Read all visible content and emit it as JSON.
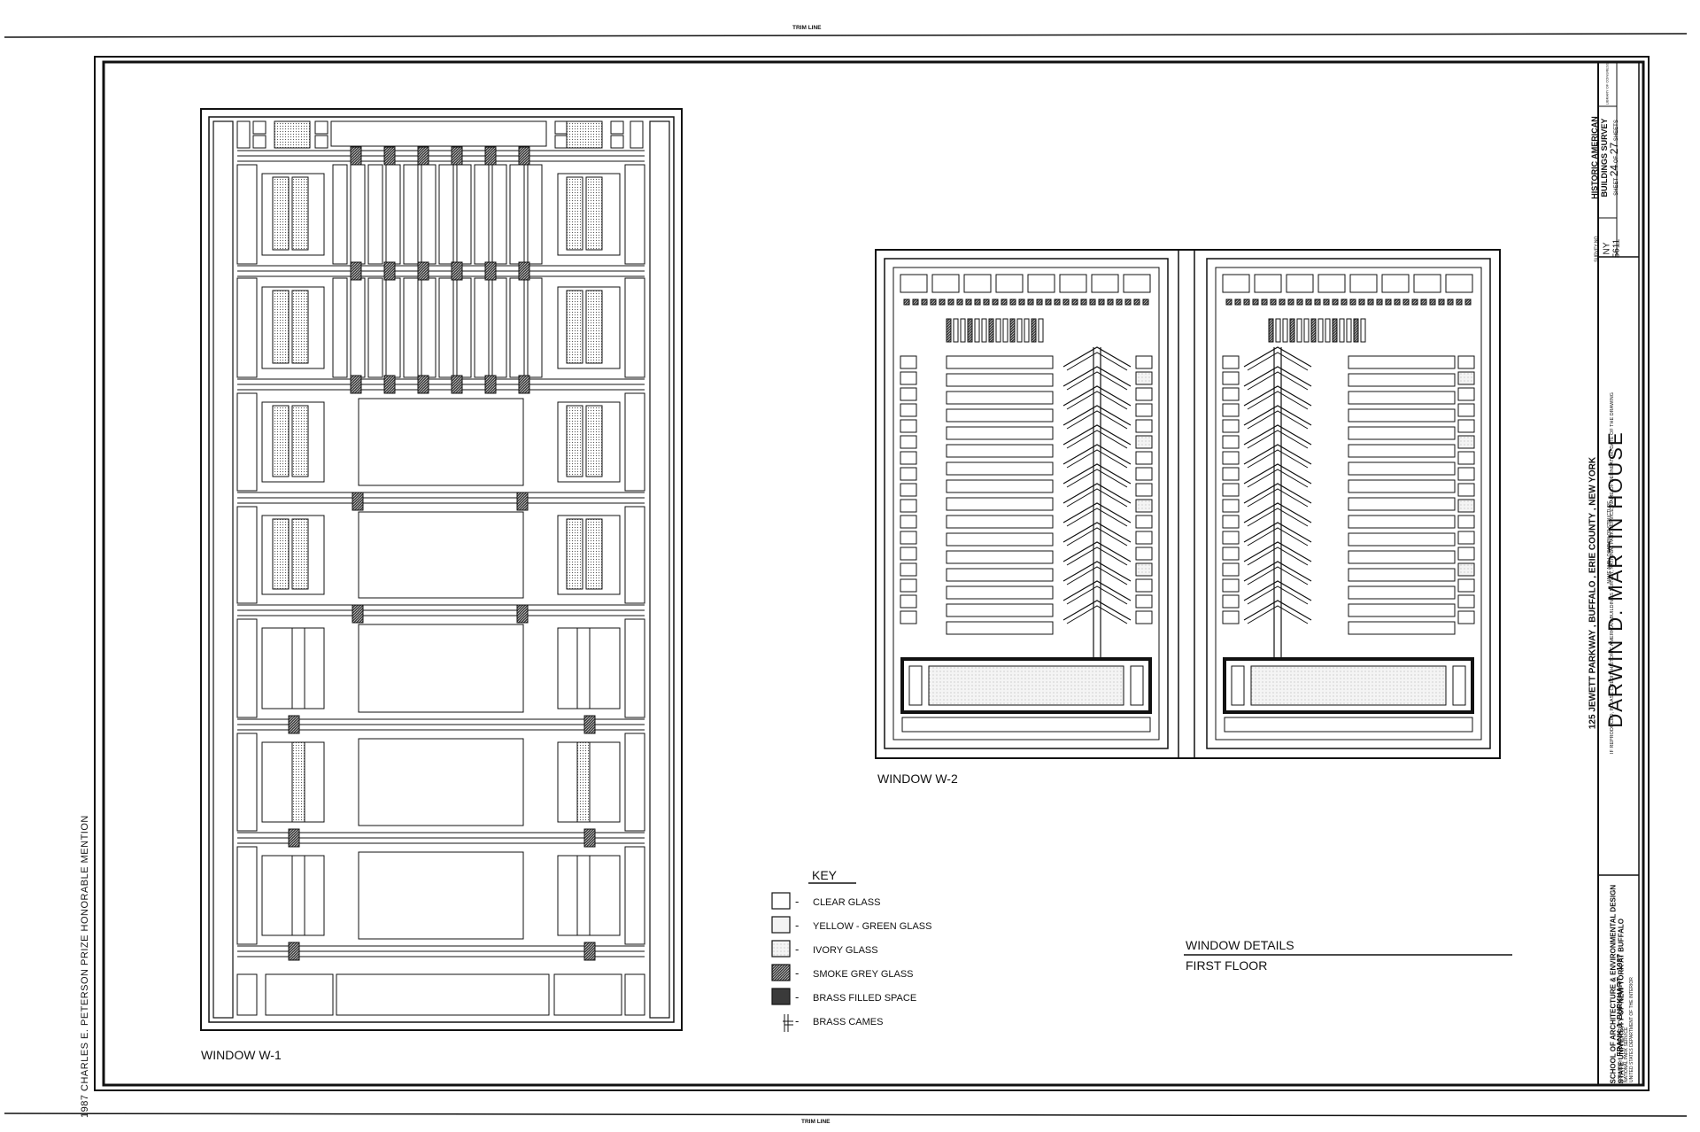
{
  "trim_line_top": "TRIM LINE",
  "trim_line_bottom": "TRIM LINE",
  "windows": {
    "w1_label": "WINDOW  W-1",
    "w2_label": "WINDOW  W-2"
  },
  "key": {
    "title": "KEY",
    "items": [
      {
        "label": "CLEAR GLASS",
        "swatch": "clear"
      },
      {
        "label": "YELLOW - GREEN  GLASS",
        "swatch": "yellow-green"
      },
      {
        "label": "IVORY  GLASS",
        "swatch": "ivory"
      },
      {
        "label": "SMOKE  GREY GLASS",
        "swatch": "smoke-grey"
      },
      {
        "label": "BRASS  FILLED  SPACE",
        "swatch": "brass-filled"
      },
      {
        "label": "BRASS   CAMES",
        "swatch": "brass-cames"
      }
    ]
  },
  "sheet_caption": {
    "line1": "WINDOW  DETAILS",
    "line2": "FIRST  FLOOR"
  },
  "prize_note": "1987 CHARLES E. PETERSON PRIZE  HONORABLE  MENTION",
  "title_block": {
    "name_caption": "NAME AND LOCATION OF STRUCTURE",
    "structure_name": "DARWIN  D.  MARTIN  HOUSE",
    "location": "125  JEWETT PARKWAY ,  BUFFALO ,  ERIE  COUNTY ,  NEW  YORK",
    "reproduction_note": "IF REPRODUCED, PLEASE CREDIT: HISTORIC AMERICAN BUILDINGS SURVEY, NATIONAL PARK SERVICE, NAME OF DELINEATOR, DATE OF THE DRAWING",
    "drawn_by_caption": "DRAWN BY:",
    "drawn_by": "FRANK  J. BURKHART ,  1987",
    "school_line1": "SCHOOL OF ARCHITECTURE & ENVIRONMENTAL DESIGN",
    "school_line2": "STATE UNIVERSITY OF NEW YORK AT BUFFALO",
    "agency_line1": "NATIONAL PARK SERVICE",
    "agency_line2": "UNITED STATES DEPARTMENT OF THE INTERIOR",
    "survey_no_caption": "SURVEY NO.",
    "survey_no_line1": "NY",
    "survey_no_line2": "5611",
    "habs_line1": "HISTORIC AMERICAN",
    "habs_line2": "BUILDINGS SURVEY",
    "sheet_prefix": "SHEET",
    "sheet_no": "24",
    "sheet_of": "OF",
    "sheet_total": "27",
    "sheet_suffix": "SHEETS",
    "library_stamp": "LIBRARY OF CONGRESS"
  }
}
